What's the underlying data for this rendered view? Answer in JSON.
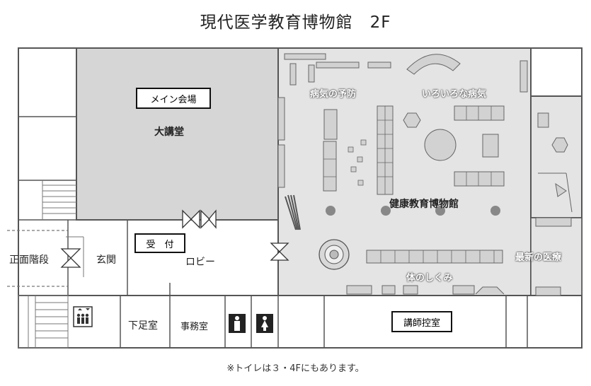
{
  "title": "現代医学教育博物館　2F",
  "footnote": "※トイレは３・4Fにもあります。",
  "rooms": {
    "main_hall_box": "メイン会場",
    "lecture_hall": "大講堂",
    "museum": "健康教育博物館",
    "disease_prevention": "病気の予防",
    "various_diseases": "いろいろな病気",
    "latest_medicine": "最新の医療",
    "body_mechanism": "体のしくみ",
    "reception": "受　付",
    "lobby": "ロビー",
    "entrance": "玄関",
    "front_stairs": "正面階段",
    "shoe_room": "下足室",
    "office": "事務室",
    "lecturer_room": "講師控室"
  },
  "icons": [
    "elevator-icon",
    "mens-toilet-icon",
    "womens-toilet-icon",
    "door-icon"
  ],
  "colors": {
    "hall_fill": "#d6d6d6",
    "museum_fill": "#e4e4e4",
    "wall": "#555555",
    "label_white": "#ffffff"
  }
}
